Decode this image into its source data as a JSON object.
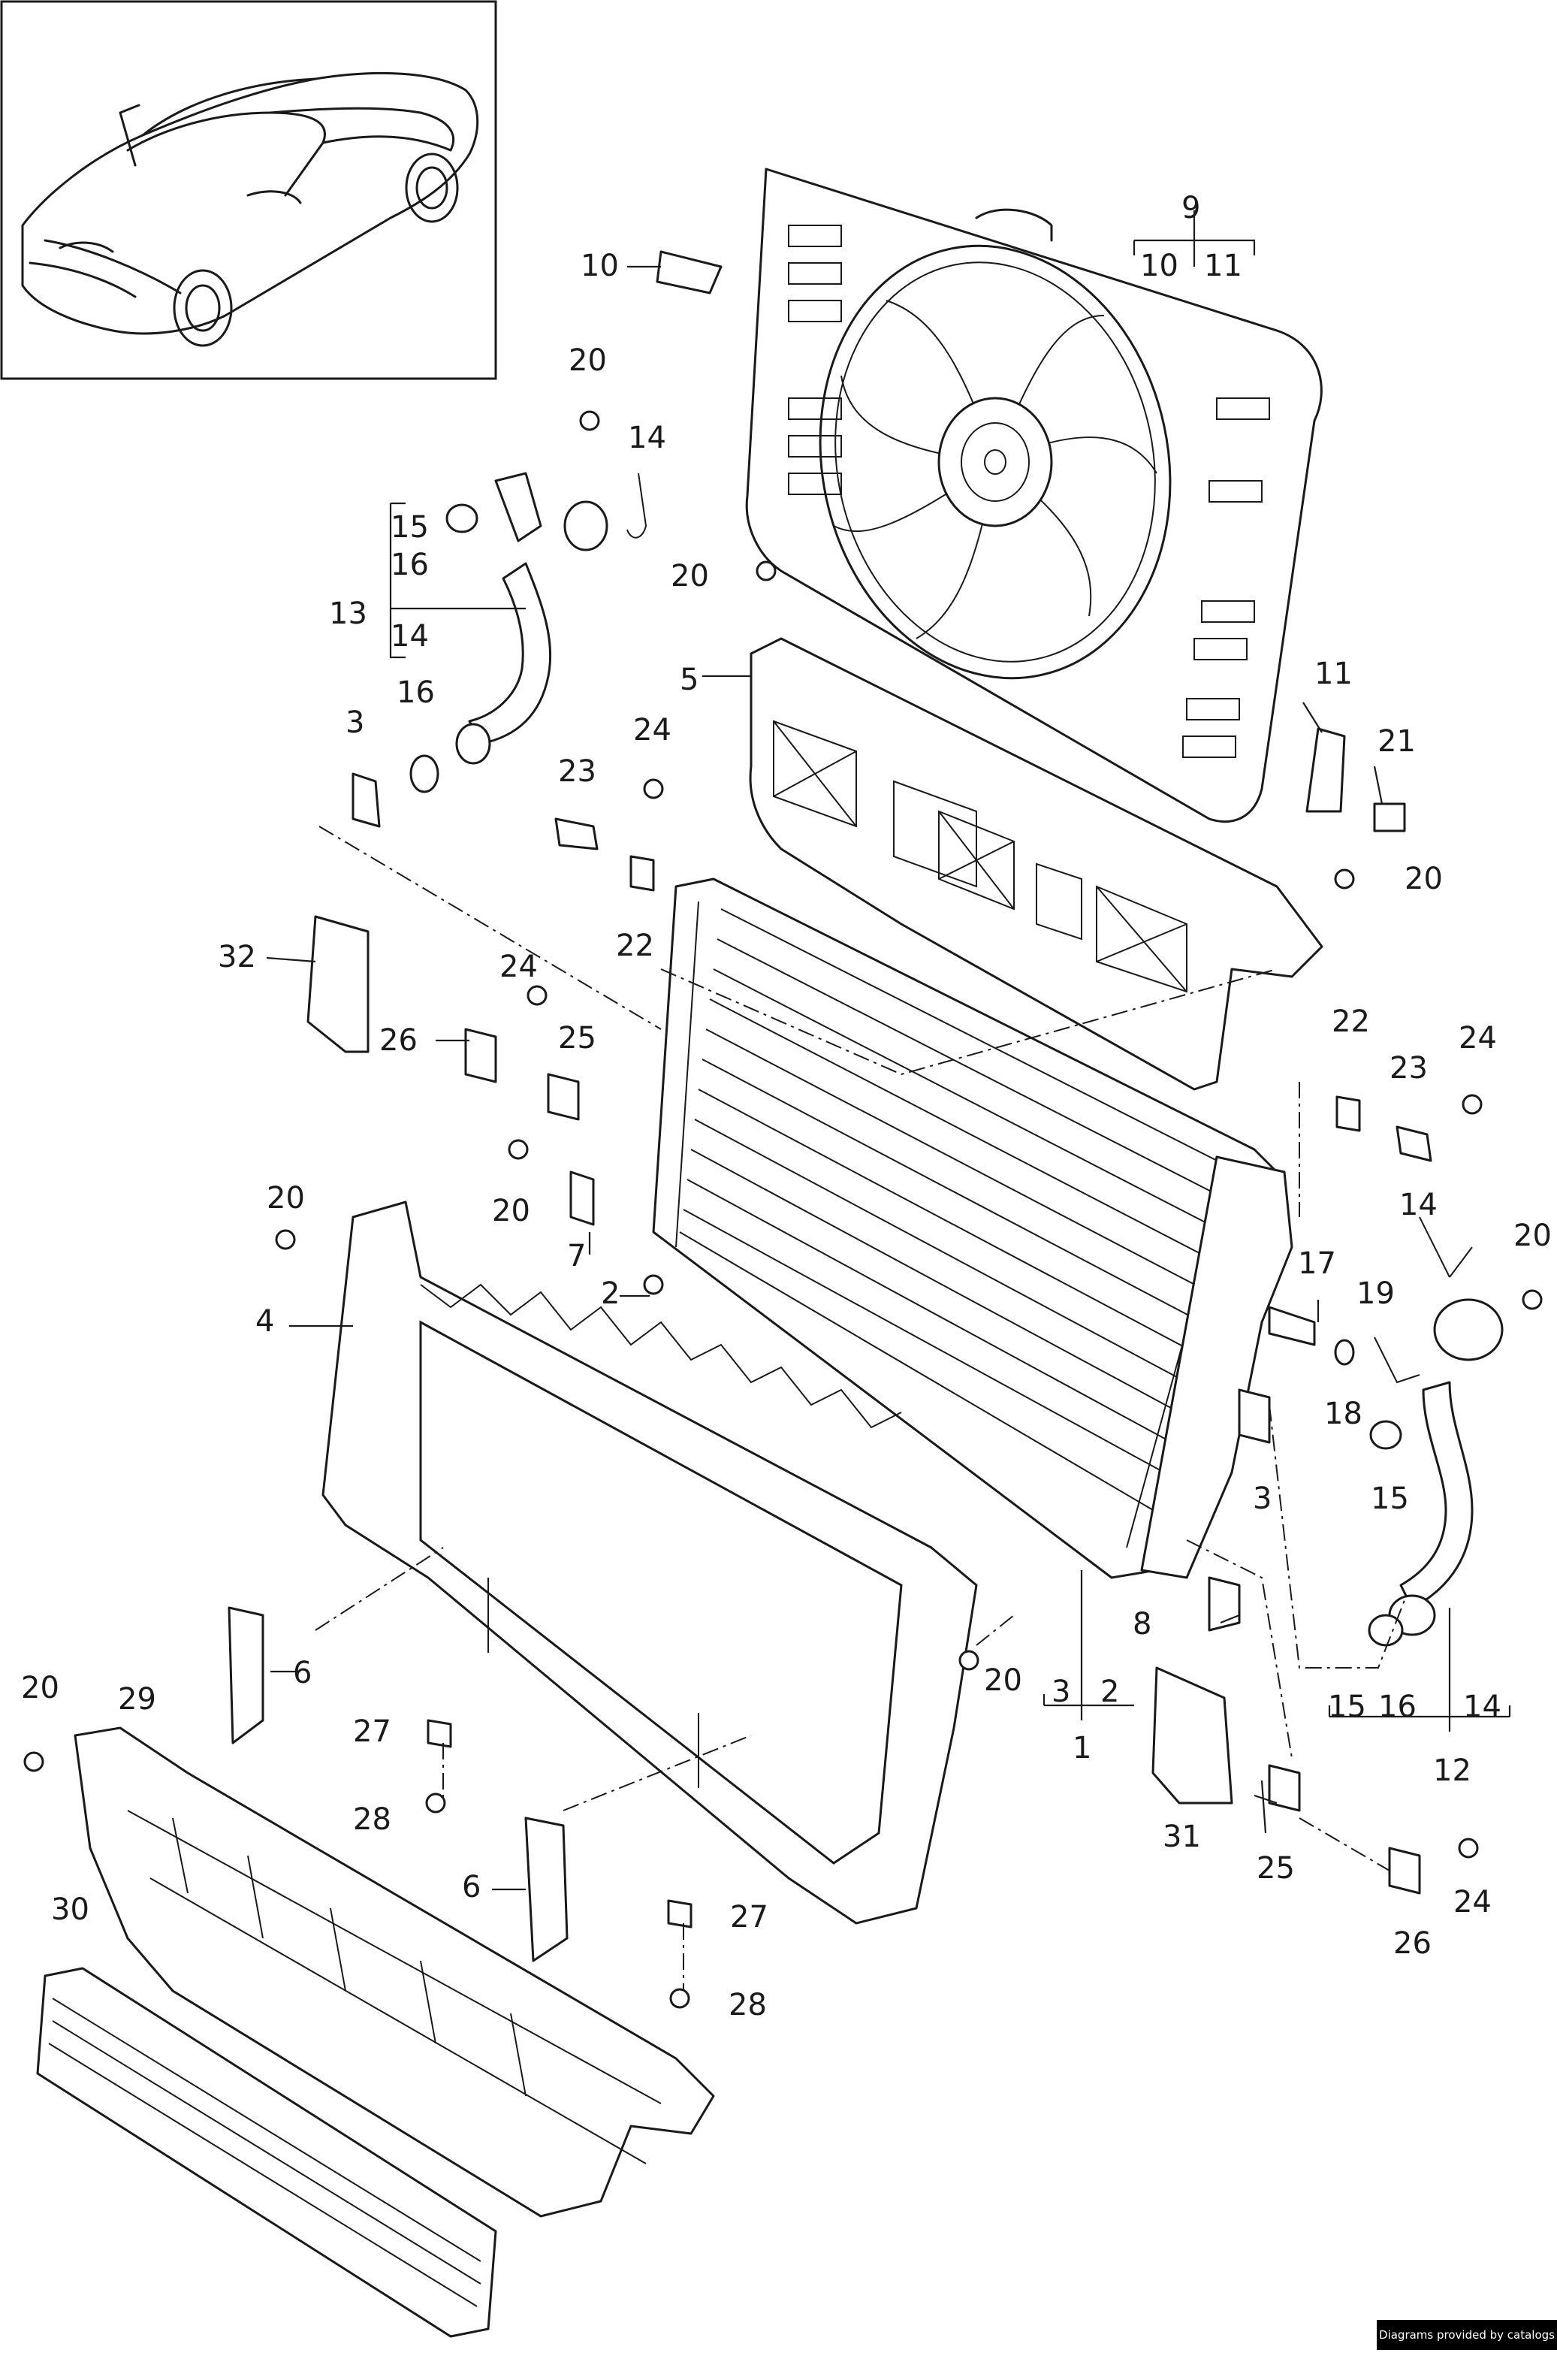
{
  "footer": {
    "credit": "Diagrams provided by catalogs parts"
  },
  "labels": {
    "l1": "1",
    "l2a": "2",
    "l2b": "2",
    "l3a": "3",
    "l3b": "3",
    "l3c": "3",
    "l4": "4",
    "l5": "5",
    "l6a": "6",
    "l6b": "6",
    "l7": "7",
    "l8": "8",
    "l9": "9",
    "l10a": "10",
    "l10b": "10",
    "l11a": "11",
    "l11b": "11",
    "l12": "12",
    "l13": "13",
    "l14a": "14",
    "l14b": "14",
    "l14c": "14",
    "l14d": "14",
    "l15a": "15",
    "l15b": "15",
    "l15c": "15",
    "l16a": "16",
    "l16b": "16",
    "l16c": "16",
    "l17": "17",
    "l18": "18",
    "l19": "19",
    "l20a": "20",
    "l20b": "20",
    "l20c": "20",
    "l20d": "20",
    "l20e": "20",
    "l20f": "20",
    "l20g": "20",
    "l20h": "20",
    "l21": "21",
    "l22a": "22",
    "l22b": "22",
    "l23a": "23",
    "l23b": "23",
    "l24a": "24",
    "l24b": "24",
    "l24c": "24",
    "l24d": "24",
    "l25a": "25",
    "l25b": "25",
    "l26a": "26",
    "l26b": "26",
    "l27a": "27",
    "l27b": "27",
    "l28a": "28",
    "l28b": "28",
    "l29": "29",
    "l30": "30",
    "l31": "31",
    "l32": "32"
  }
}
